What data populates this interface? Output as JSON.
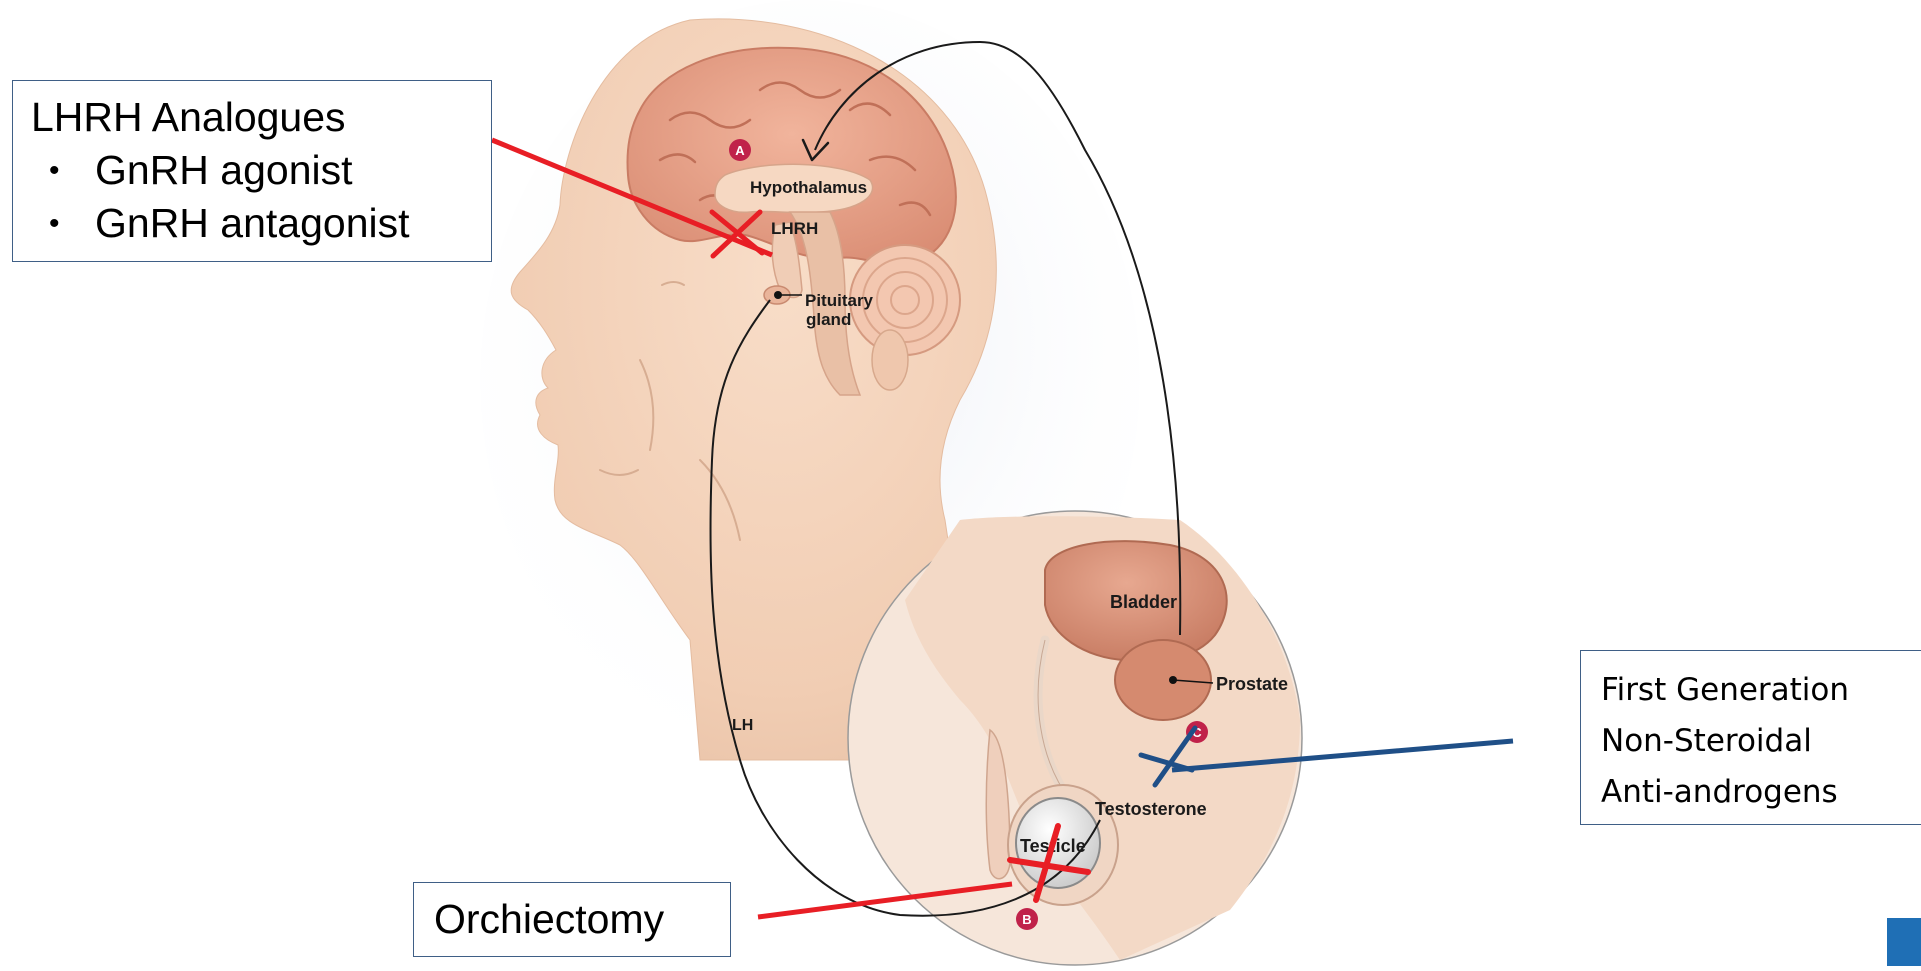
{
  "callouts": {
    "lhrh": {
      "title": "LHRH Analogues",
      "bullet_symbol": "•",
      "items": [
        "GnRH agonist",
        "GnRH antagonist"
      ]
    },
    "orchiectomy": {
      "label": "Orchiectomy"
    },
    "anti_androgens": {
      "lines": [
        "First Generation",
        "Non-Steroidal",
        "Anti-androgens"
      ]
    }
  },
  "anatomy_labels": {
    "hypothalamus": "Hypothalamus",
    "lhrh": "LHRH",
    "pituitary_line1": "Pituitary",
    "pituitary_line2": "gland",
    "lh": "LH",
    "bladder": "Bladder",
    "prostate": "Prostate",
    "testosterone": "Testosterone",
    "testicle": "Testicle"
  },
  "markers": {
    "a": "A",
    "b": "B",
    "c": "C"
  },
  "colors": {
    "block_mark": "#e81e25",
    "anti_androgen_mark": "#1f4f87",
    "marker_fill": "#c0224a",
    "box_border": "#3f5f86",
    "corner_accent": "#1f6fb5"
  }
}
